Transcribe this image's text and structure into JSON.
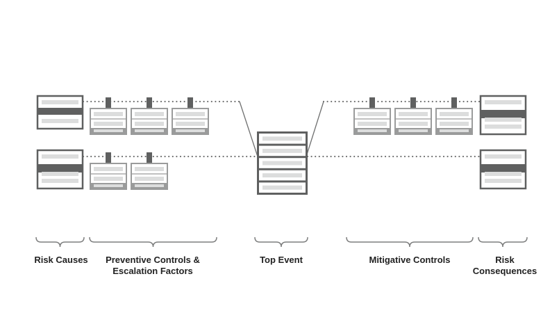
{
  "colors": {
    "dark": "#5f6060",
    "mid": "#9a9b9b",
    "light": "#dcdddd",
    "line": "#6f7070",
    "brace": "#7d7e7e"
  },
  "labels": {
    "risk_causes": "Risk Causes",
    "preventive": "Preventive Controls &\nEscalation Factors",
    "top_event": "Top Event",
    "mitigative": "Mitigative Controls",
    "risk_consequences": "Risk\nConsequences"
  }
}
